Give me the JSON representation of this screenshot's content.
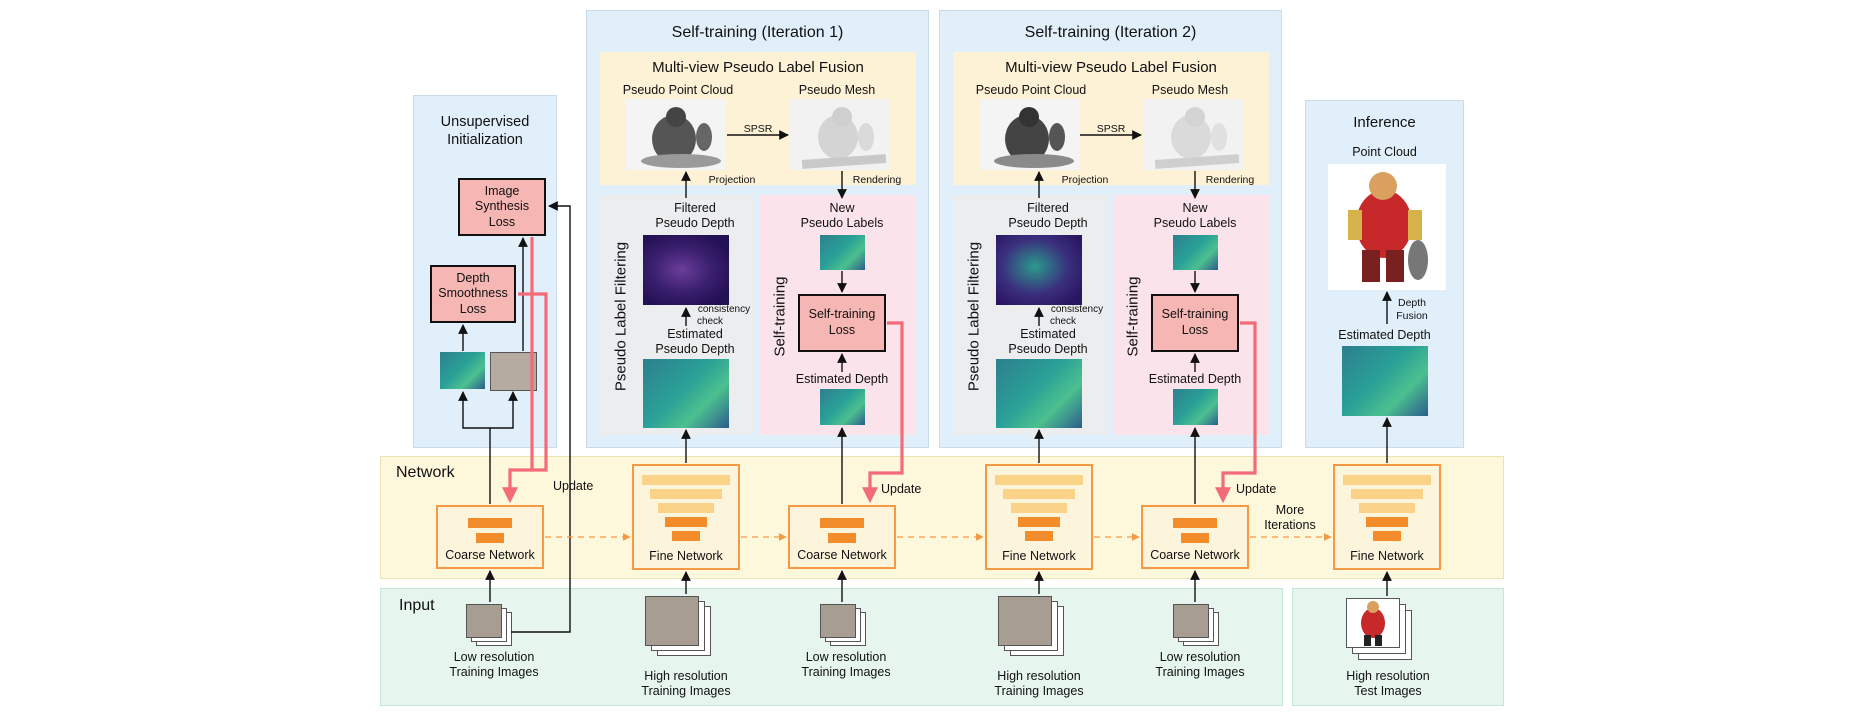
{
  "panels": {
    "unsup": {
      "title": "Unsupervised Initialization",
      "title_line1": "Unsupervised",
      "title_line2": "Initialization"
    },
    "iter1": {
      "title": "Self-training (Iteration 1)"
    },
    "iter2": {
      "title": "Self-training (Iteration 2)"
    },
    "inference": {
      "title": "Inference",
      "point_cloud": "Point Cloud",
      "estimated_depth": "Estimated Depth",
      "depth_fusion_line1": "Depth",
      "depth_fusion_line2": "Fusion"
    },
    "network": {
      "title": "Network"
    },
    "input": {
      "title": "Input"
    }
  },
  "fusion": {
    "title": "Multi-view Pseudo Label Fusion",
    "pseudo_point_cloud": "Pseudo Point Cloud",
    "pseudo_mesh": "Pseudo Mesh",
    "spsr": "SPSR",
    "projection": "Projection",
    "rendering": "Rendering"
  },
  "filtering": {
    "label": "Pseudo Label Filtering",
    "filtered_line1": "Filtered",
    "filtered_line2": "Pseudo Depth",
    "check_line1": "consistency",
    "check_line2": "check",
    "estimated_line1": "Estimated",
    "estimated_line2": "Pseudo Depth"
  },
  "selftrain": {
    "label": "Self-training",
    "new_line1": "New",
    "new_line2": "Pseudo Labels",
    "loss_line1": "Self-training",
    "loss_line2": "Loss",
    "estimated_depth": "Estimated Depth"
  },
  "losses": {
    "image_line1": "Image",
    "image_line2": "Synthesis",
    "image_line3": "Loss",
    "depth_line1": "Depth",
    "depth_line2": "Smoothness",
    "depth_line3": "Loss"
  },
  "networks": {
    "coarse": "Coarse Network",
    "fine": "Fine Network",
    "update": "Update",
    "more_line1": "More",
    "more_line2": "Iterations"
  },
  "inputs": {
    "low_line1": "Low resolution",
    "low_line2": "Training Images",
    "high_line1": "High resolution",
    "high_line2": "Training Images",
    "test_line1": "High resolution",
    "test_line2": "Test Images"
  },
  "colors": {
    "update_arrow": "#f26b77",
    "network_border": "#f59a44",
    "loss_fill": "#f6b6b3"
  }
}
